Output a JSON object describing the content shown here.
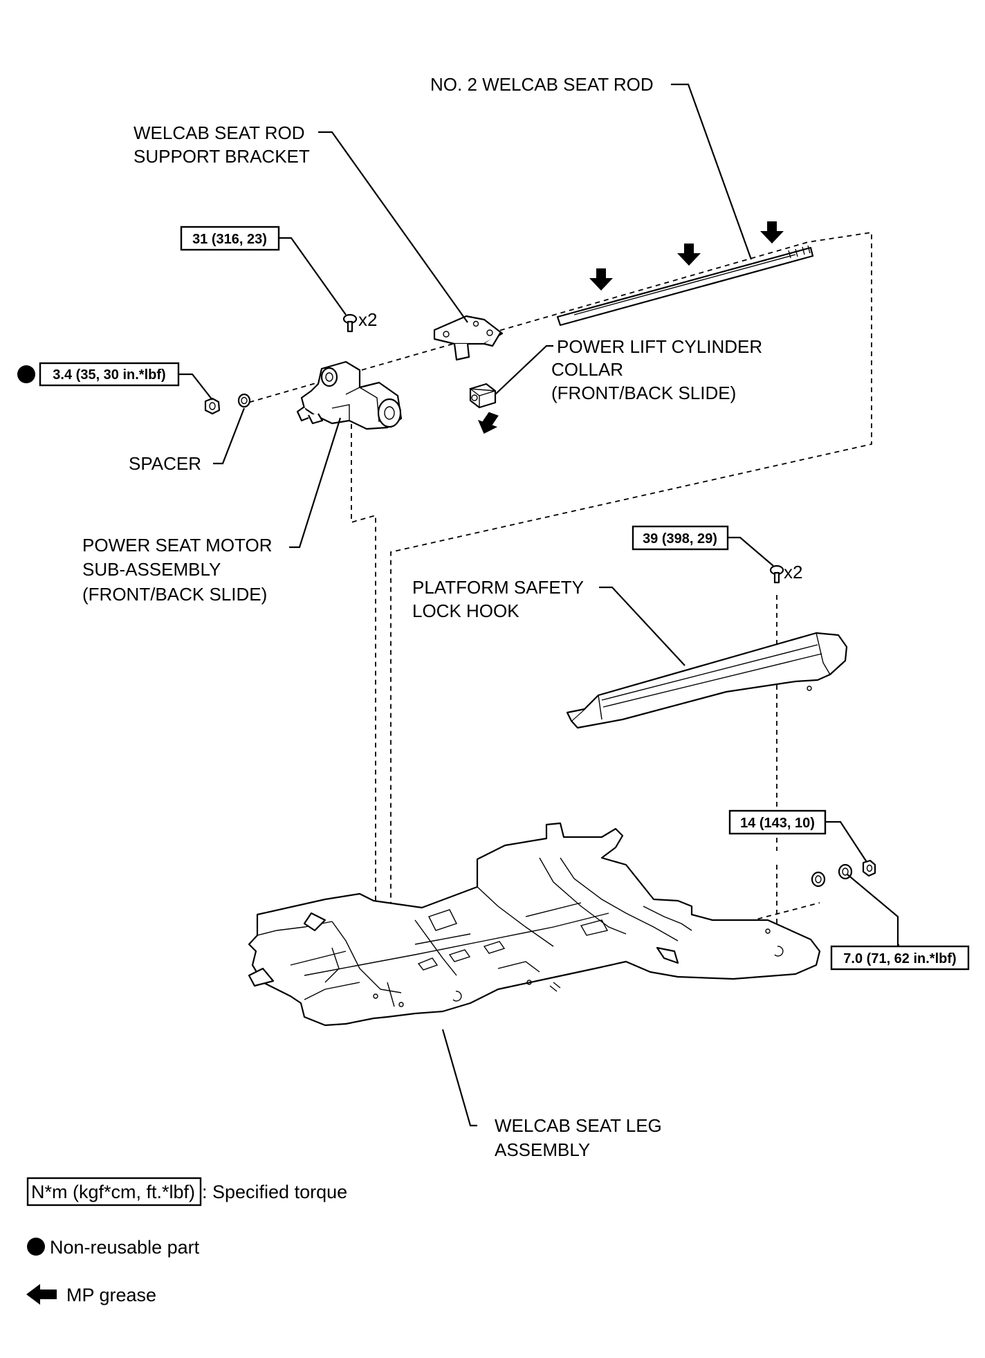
{
  "labels": {
    "no2_welcab_seat_rod": "NO. 2 WELCAB SEAT ROD",
    "support_bracket_l1": "WELCAB SEAT ROD",
    "support_bracket_l2": "SUPPORT BRACKET",
    "collar_l1": "POWER LIFT CYLINDER",
    "collar_l2": "COLLAR",
    "collar_l3": "(FRONT/BACK SLIDE)",
    "spacer": "SPACER",
    "motor_l1": "POWER SEAT MOTOR",
    "motor_l2": "SUB-ASSEMBLY",
    "motor_l3": "(FRONT/BACK SLIDE)",
    "lock_hook_l1": "PLATFORM SAFETY",
    "lock_hook_l2": "LOCK HOOK",
    "seat_leg_l1": "WELCAB SEAT LEG",
    "seat_leg_l2": "ASSEMBLY"
  },
  "torques": {
    "bolt_upper": "31 (316, 23)",
    "nut_left": "3.4 (35, 30 in.*lbf)",
    "bolt_hook": "39 (398, 29)",
    "nut_right": "14 (143, 10)",
    "nut_right_lower": "7.0 (71, 62 in.*lbf)"
  },
  "quantities": {
    "bolt_upper": "x2",
    "bolt_hook": "x2"
  },
  "legend": {
    "torque_box": "N*m (kgf*cm, ft.*lbf)",
    "torque_desc": ": Specified torque",
    "non_reusable": "Non-reusable part",
    "grease": "MP grease"
  },
  "icons": {
    "non_reusable": "filled-circle-icon",
    "grease": "arrow-icon"
  }
}
